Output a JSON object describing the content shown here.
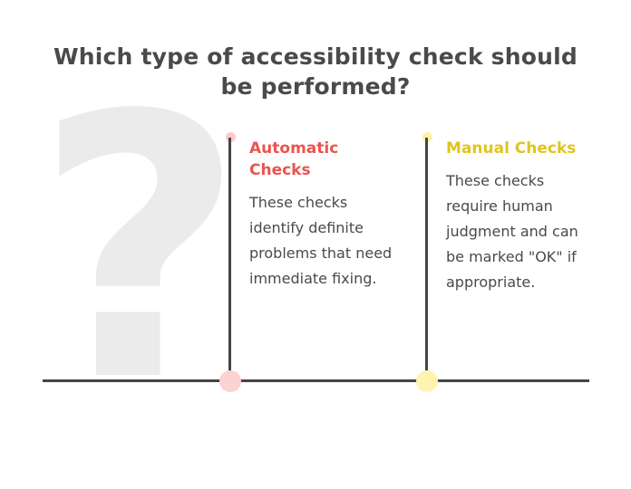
{
  "title": "Which type of accessibility check should be performed?",
  "watermark": {
    "glyph": "?",
    "color": "#ebebeb"
  },
  "colors": {
    "text_dark": "#4a4a4a",
    "line": "#454545",
    "background": "#ffffff",
    "accent_red": "#e8564f",
    "accent_yellow": "#e0c521",
    "dot_pink_small": "#fcc9c9",
    "dot_pink_large": "#fcd2d2",
    "dot_yellow_small": "#fbf2a4",
    "dot_yellow_large": "#fff3b0"
  },
  "columns": [
    {
      "id": "automatic",
      "heading": "Automatic Checks",
      "heading_color": "#e8564f",
      "body": "These checks identify definite problems that need immediate fixing.",
      "dot_small_color": "#fcc9c9",
      "dot_large_color": "#fcd2d2"
    },
    {
      "id": "manual",
      "heading": "Manual Checks",
      "heading_color": "#e0c521",
      "body": "These checks require human judgment and can be marked \"OK\" if appropriate.",
      "dot_small_color": "#fbf2a4",
      "dot_large_color": "#fff3b0"
    }
  ]
}
